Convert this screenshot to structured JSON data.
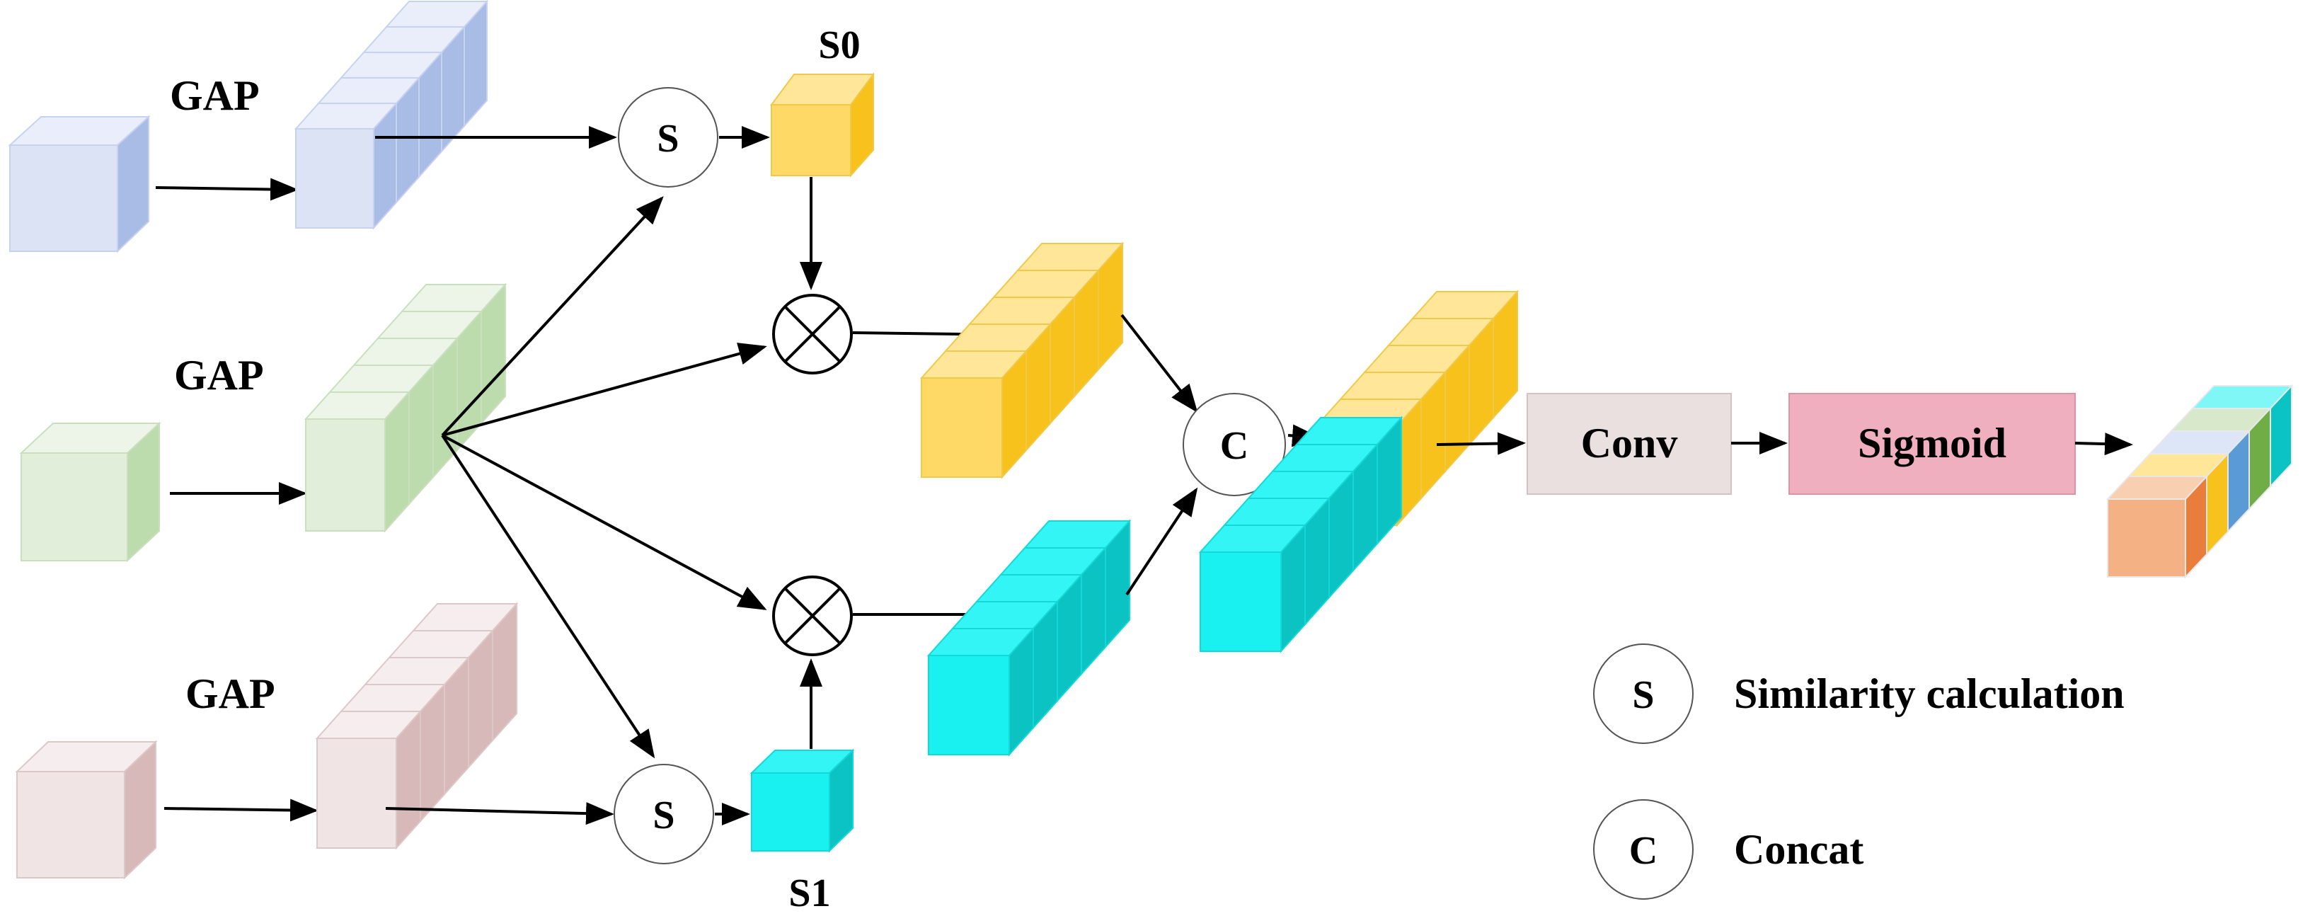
{
  "labels": {
    "gap_top": "GAP",
    "gap_mid": "GAP",
    "gap_bot": "GAP",
    "s0": "S0",
    "s1": "S1",
    "sim_top": "S",
    "sim_bot": "S",
    "concat": "C",
    "conv": "Conv",
    "sigmoid": "Sigmoid"
  },
  "legend": {
    "similarity_symbol": "S",
    "similarity_text": "Similarity calculation",
    "concat_symbol": "C",
    "concat_text": "Concat"
  },
  "colors": {
    "blue_front": "#DCE3F5",
    "blue_top": "#E9EEFA",
    "blue_side": "#A9BCE6",
    "green_front": "#E1EFDA",
    "green_top": "#ECF5E7",
    "green_side": "#BDDCAD",
    "pink_front": "#F0E4E4",
    "pink_top": "#F6EEEE",
    "pink_side": "#D7B9B9",
    "yellow_front": "#FFD966",
    "yellow_top": "#FFE699",
    "yellow_side": "#F8C21C",
    "cyan_front": "#19F1F1",
    "cyan_top": "#33F5F5",
    "cyan_side": "#0BC3C3",
    "orange_front": "#F4B183",
    "orange_side": "#E97E3C",
    "conv_fill": "#EBE0E0",
    "sigmoid_fill": "#F0AFBF",
    "line": "#000000"
  }
}
